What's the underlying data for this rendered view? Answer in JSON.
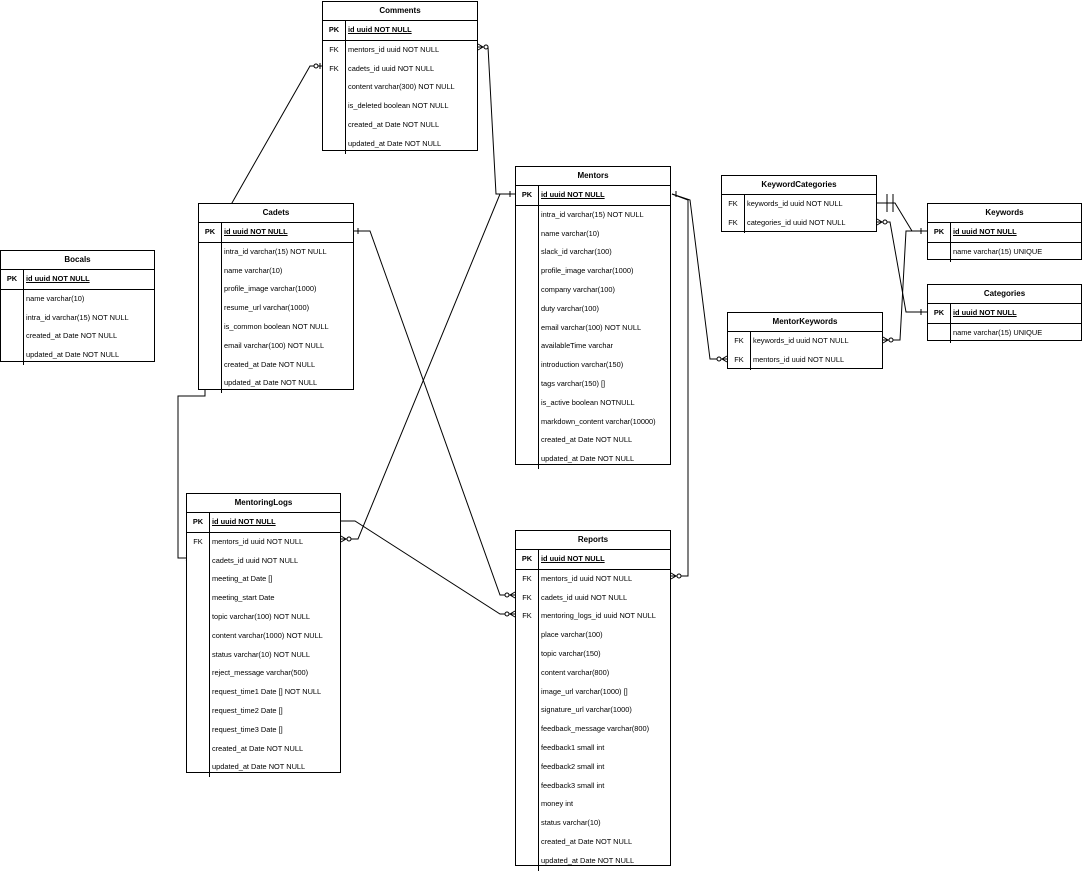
{
  "entities": {
    "comments": {
      "name": "Comments",
      "pk": {
        "key": "PK",
        "field": "id uuid NOT NULL"
      },
      "fields": [
        {
          "key": "FK",
          "field": "mentors_id uuid NOT NULL"
        },
        {
          "key": "FK",
          "field": "cadets_id uuid NOT NULL"
        },
        {
          "key": "",
          "field": "content varchar(300) NOT NULL"
        },
        {
          "key": "",
          "field": "is_deleted boolean NOT NULL"
        },
        {
          "key": "",
          "field": "created_at Date NOT NULL"
        },
        {
          "key": "",
          "field": "updated_at Date NOT NULL"
        }
      ]
    },
    "mentors": {
      "name": "Mentors",
      "pk": {
        "key": "PK",
        "field": "id uuid NOT NULL"
      },
      "fields": [
        {
          "key": "",
          "field": "intra_id varchar(15) NOT NULL"
        },
        {
          "key": "",
          "field": "name varchar(10)"
        },
        {
          "key": "",
          "field": "slack_id varchar(100)"
        },
        {
          "key": "",
          "field": "profile_image varchar(1000)"
        },
        {
          "key": "",
          "field": "company varchar(100)"
        },
        {
          "key": "",
          "field": "duty varchar(100)"
        },
        {
          "key": "",
          "field": "email varchar(100) NOT NULL"
        },
        {
          "key": "",
          "field": "availableTime varchar"
        },
        {
          "key": "",
          "field": "introduction varchar(150)"
        },
        {
          "key": "",
          "field": "tags varchar(150) []"
        },
        {
          "key": "",
          "field": "is_active boolean NOTNULL"
        },
        {
          "key": "",
          "field": "markdown_content varchar(10000)"
        },
        {
          "key": "",
          "field": "created_at Date NOT NULL"
        },
        {
          "key": "",
          "field": "updated_at Date NOT NULL"
        }
      ]
    },
    "keyword_categories": {
      "name": "KeywordCategories",
      "pk": null,
      "fields": [
        {
          "key": "FK",
          "field": "keywords_id uuid NOT NULL"
        },
        {
          "key": "FK",
          "field": "categories_id uuid NOT NULL"
        }
      ]
    },
    "keywords": {
      "name": "Keywords",
      "pk": {
        "key": "PK",
        "field": "id uuid NOT NULL"
      },
      "fields": [
        {
          "key": "",
          "field": "name varchar(15) UNIQUE"
        }
      ]
    },
    "categories": {
      "name": "Categories",
      "pk": {
        "key": "PK",
        "field": "id uuid NOT NULL"
      },
      "fields": [
        {
          "key": "",
          "field": "name varchar(15) UNIQUE"
        }
      ]
    },
    "mentor_keywords": {
      "name": "MentorKeywords",
      "pk": null,
      "fields": [
        {
          "key": "FK",
          "field": "keywords_id uuid NOT NULL"
        },
        {
          "key": "FK",
          "field": "mentors_id uuid NOT NULL"
        }
      ]
    },
    "cadets": {
      "name": "Cadets",
      "pk": {
        "key": "PK",
        "field": "id uuid NOT NULL"
      },
      "fields": [
        {
          "key": "",
          "field": "intra_id varchar(15) NOT NULL"
        },
        {
          "key": "",
          "field": "name varchar(10)"
        },
        {
          "key": "",
          "field": "profile_image varchar(1000)"
        },
        {
          "key": "",
          "field": "resume_url varchar(1000)"
        },
        {
          "key": "",
          "field": "is_common boolean NOT NULL"
        },
        {
          "key": "",
          "field": "email varchar(100) NOT NULL"
        },
        {
          "key": "",
          "field": "created_at Date NOT NULL"
        },
        {
          "key": "",
          "field": "updated_at Date NOT NULL"
        }
      ]
    },
    "bocals": {
      "name": "Bocals",
      "pk": {
        "key": "PK",
        "field": "id uuid NOT NULL"
      },
      "fields": [
        {
          "key": "",
          "field": "name varchar(10)"
        },
        {
          "key": "",
          "field": "intra_id varchar(15) NOT NULL"
        },
        {
          "key": "",
          "field": "created_at Date NOT NULL"
        },
        {
          "key": "",
          "field": "updated_at Date NOT NULL"
        }
      ]
    },
    "mentoring_logs": {
      "name": "MentoringLogs",
      "pk": {
        "key": "PK",
        "field": "id uuid NOT NULL"
      },
      "fields": [
        {
          "key": "FK",
          "field": "mentors_id uuid NOT NULL"
        },
        {
          "key": "",
          "field": "cadets_id uuid NOT NULL"
        },
        {
          "key": "",
          "field": "meeting_at Date []"
        },
        {
          "key": "",
          "field": "meeting_start Date"
        },
        {
          "key": "",
          "field": "topic varchar(100) NOT NULL"
        },
        {
          "key": "",
          "field": "content varchar(1000) NOT NULL"
        },
        {
          "key": "",
          "field": "status varchar(10) NOT NULL"
        },
        {
          "key": "",
          "field": "reject_message varchar(500)"
        },
        {
          "key": "",
          "field": "request_time1 Date [] NOT NULL"
        },
        {
          "key": "",
          "field": "request_time2 Date []"
        },
        {
          "key": "",
          "field": "request_time3 Date []"
        },
        {
          "key": "",
          "field": "created_at Date NOT NULL"
        },
        {
          "key": "",
          "field": "updated_at Date NOT NULL"
        }
      ]
    },
    "reports": {
      "name": "Reports",
      "pk": {
        "key": "PK",
        "field": "id uuid NOT NULL"
      },
      "fields": [
        {
          "key": "FK",
          "field": "mentors_id uuid NOT NULL"
        },
        {
          "key": "FK",
          "field": "cadets_id uuid NOT NULL"
        },
        {
          "key": "FK",
          "field": "mentoring_logs_id uuid NOT NULL"
        },
        {
          "key": "",
          "field": "place varchar(100)"
        },
        {
          "key": "",
          "field": "topic varchar(150)"
        },
        {
          "key": "",
          "field": "content varchar(800)"
        },
        {
          "key": "",
          "field": "image_url varchar(1000) []"
        },
        {
          "key": "",
          "field": "signature_url varchar(1000)"
        },
        {
          "key": "",
          "field": "feedback_message varchar(800)"
        },
        {
          "key": "",
          "field": "feedback1 small int"
        },
        {
          "key": "",
          "field": "feedback2 small int"
        },
        {
          "key": "",
          "field": "feedback3 small int"
        },
        {
          "key": "",
          "field": "money int"
        },
        {
          "key": "",
          "field": "status varchar(10)"
        },
        {
          "key": "",
          "field": "created_at Date NOT NULL"
        },
        {
          "key": "",
          "field": "updated_at Date NOT NULL"
        }
      ]
    }
  },
  "relationships": [
    {
      "from": "comments.mentors_id",
      "to": "mentors.id",
      "marker_many": "zero-or-many",
      "marker_one": "one"
    },
    {
      "from": "comments.cadets_id",
      "to": "cadets.id",
      "marker_many": "zero-or-one",
      "marker_one": "one"
    },
    {
      "from": "mentor_keywords.mentors_id",
      "to": "mentors.id",
      "marker_many": "zero-or-many",
      "marker_one": "one"
    },
    {
      "from": "mentor_keywords.keywords_id",
      "to": "keywords.id",
      "marker_many": "zero-or-many",
      "marker_one": "one"
    },
    {
      "from": "keyword_categories.keywords_id",
      "to": "keywords.id",
      "marker_many": "one",
      "marker_one": "one"
    },
    {
      "from": "keyword_categories.categories_id",
      "to": "categories.id",
      "marker_many": "zero-or-many",
      "marker_one": "one"
    },
    {
      "from": "mentoring_logs.mentors_id",
      "to": "mentors.id",
      "marker_many": "zero-or-many",
      "marker_one": "one"
    },
    {
      "from": "mentoring_logs.cadets_id",
      "to": "cadets.id",
      "marker_many": "zero-or-many",
      "marker_one": "one"
    },
    {
      "from": "reports.mentors_id",
      "to": "mentors.id",
      "marker_many": "zero-or-many",
      "marker_one": "one"
    },
    {
      "from": "reports.cadets_id",
      "to": "cadets.id",
      "marker_many": "zero-or-many",
      "marker_one": "one"
    },
    {
      "from": "reports.mentoring_logs_id",
      "to": "mentoring_logs.id",
      "marker_many": "zero-or-many",
      "marker_one": "one"
    }
  ]
}
